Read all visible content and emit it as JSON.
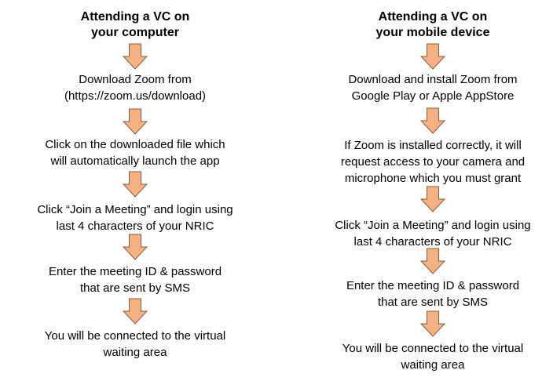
{
  "flow_left": {
    "title": [
      "Attending a VC on",
      "your computer"
    ],
    "steps": [
      [
        "Download Zoom from",
        "(https://zoom.us/download)"
      ],
      [
        "Click on the downloaded file which",
        "will automatically launch the app"
      ],
      [
        "Click “Join a Meeting” and login using",
        "last 4 characters of your NRIC"
      ],
      [
        "Enter the meeting ID & password",
        "that are sent by SMS"
      ],
      [
        "You will be connected to the virtual",
        "waiting area"
      ]
    ]
  },
  "flow_right": {
    "title": [
      "Attending a VC on",
      "your mobile device"
    ],
    "steps": [
      [
        "Download and install Zoom from",
        "Google Play or Apple AppStore"
      ],
      [
        "If Zoom is installed correctly, it will",
        "request access to your camera and",
        "microphone which you must grant"
      ],
      [
        "Click “Join a Meeting” and login using",
        "last 4 characters of your NRIC"
      ],
      [
        "Enter the meeting ID & password",
        "that are sent by SMS"
      ],
      [
        "You will be connected to the virtual",
        "waiting area"
      ]
    ]
  },
  "colors": {
    "arrow_fill": "#F4B183",
    "arrow_stroke": "#8A5A3C",
    "text": "#000000"
  },
  "icons": {
    "arrow": "down-arrow-icon"
  }
}
